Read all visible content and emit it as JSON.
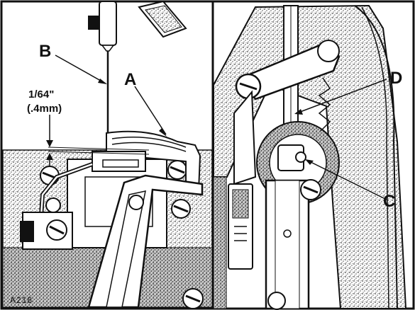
{
  "figure": {
    "code": "A218",
    "measurement": {
      "fraction": "1/64\"",
      "metric": "(.4mm)"
    },
    "callouts": {
      "a": "A",
      "b": "B",
      "c": "C",
      "d": "D"
    }
  },
  "colors": {
    "ink": "#111111",
    "stipple": "#8a8a8a",
    "paper": "#ffffff"
  }
}
